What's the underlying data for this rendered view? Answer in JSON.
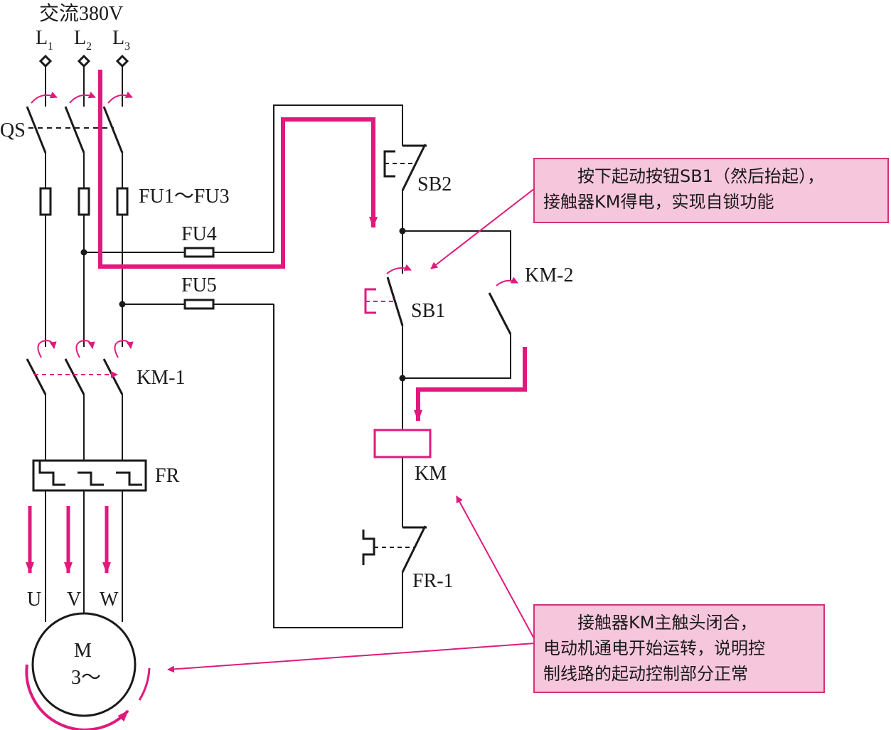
{
  "supply_label": "交流380V",
  "phases": [
    {
      "letter": "L",
      "sub": "1"
    },
    {
      "letter": "L",
      "sub": "2"
    },
    {
      "letter": "L",
      "sub": "3"
    }
  ],
  "labels": {
    "qs": "QS",
    "fu1_fu3": "FU1～FU3",
    "fu4": "FU4",
    "fu5": "FU5",
    "km1": "KM-1",
    "fr": "FR",
    "u": "U",
    "v": "V",
    "w": "W",
    "motor_m": "M",
    "motor_phase": "3～",
    "sb2": "SB2",
    "sb1": "SB1",
    "km2": "KM-2",
    "km_coil": "KM",
    "fr1": "FR-1"
  },
  "notes": {
    "top": [
      "按下起动按钮SB1（然后抬起），",
      "接触器KM得电，实现自锁功能"
    ],
    "bottom": [
      "接触器KM主触头闭合，",
      "电动机通电开始运转，说明控",
      "制线路的起动控制部分正常"
    ]
  },
  "colors": {
    "wire": "#1a1a1a",
    "highlight": "#e0197d",
    "note_fill": "#f6c6dc",
    "note_border": "#d2337a"
  }
}
